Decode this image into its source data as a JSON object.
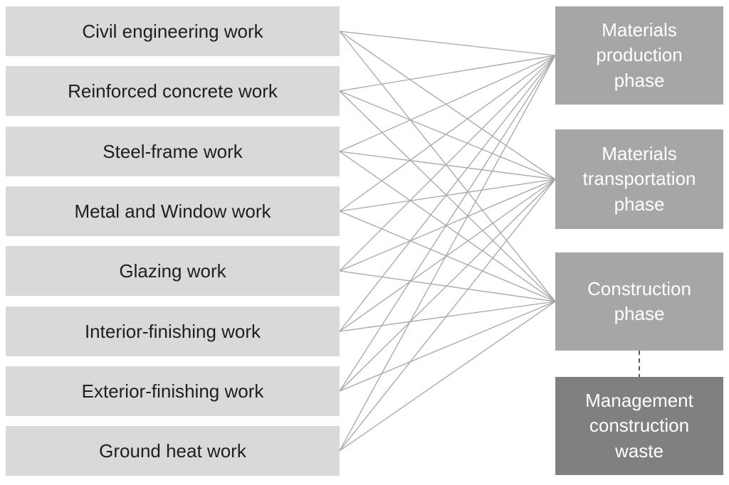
{
  "diagram": {
    "left_items": [
      {
        "id": "civil",
        "label": "Civil engineering work"
      },
      {
        "id": "reinforced",
        "label": "Reinforced concrete work"
      },
      {
        "id": "steel",
        "label": "Steel-frame work"
      },
      {
        "id": "metal",
        "label": "Metal and Window work"
      },
      {
        "id": "glazing",
        "label": "Glazing work"
      },
      {
        "id": "interior",
        "label": "Interior-finishing work"
      },
      {
        "id": "exterior",
        "label": "Exterior-finishing work"
      },
      {
        "id": "ground",
        "label": "Ground heat work"
      }
    ],
    "right_items": [
      {
        "id": "production",
        "label_lines": [
          "Materials",
          "production",
          "phase"
        ]
      },
      {
        "id": "transportation",
        "label_lines": [
          "Materials",
          "transportation",
          "phase"
        ]
      },
      {
        "id": "construction",
        "label_lines": [
          "Construction",
          "phase"
        ]
      },
      {
        "id": "management",
        "label_lines": [
          "Management",
          "construction",
          "waste"
        ]
      }
    ],
    "connections": {
      "solid": [
        {
          "from": "civil",
          "to": [
            "production",
            "transportation",
            "construction"
          ]
        },
        {
          "from": "reinforced",
          "to": [
            "production",
            "transportation",
            "construction"
          ]
        },
        {
          "from": "steel",
          "to": [
            "production",
            "transportation",
            "construction"
          ]
        },
        {
          "from": "metal",
          "to": [
            "production",
            "transportation",
            "construction"
          ]
        },
        {
          "from": "glazing",
          "to": [
            "production",
            "transportation",
            "construction"
          ]
        },
        {
          "from": "interior",
          "to": [
            "production",
            "transportation",
            "construction"
          ]
        },
        {
          "from": "exterior",
          "to": [
            "production",
            "transportation",
            "construction"
          ]
        },
        {
          "from": "ground",
          "to": [
            "production",
            "transportation",
            "construction"
          ]
        }
      ],
      "dashed": [
        {
          "from": "construction",
          "to": "management"
        }
      ]
    },
    "colors": {
      "work_box": "#d9d9d9",
      "phase_box": "#a6a6a6",
      "waste_box": "#808080",
      "work_text": "#1f1f1f",
      "phase_text": "#ffffff",
      "solid_line": "#a6a6a6",
      "dashed_line": "#595959",
      "background": "#ffffff"
    }
  }
}
